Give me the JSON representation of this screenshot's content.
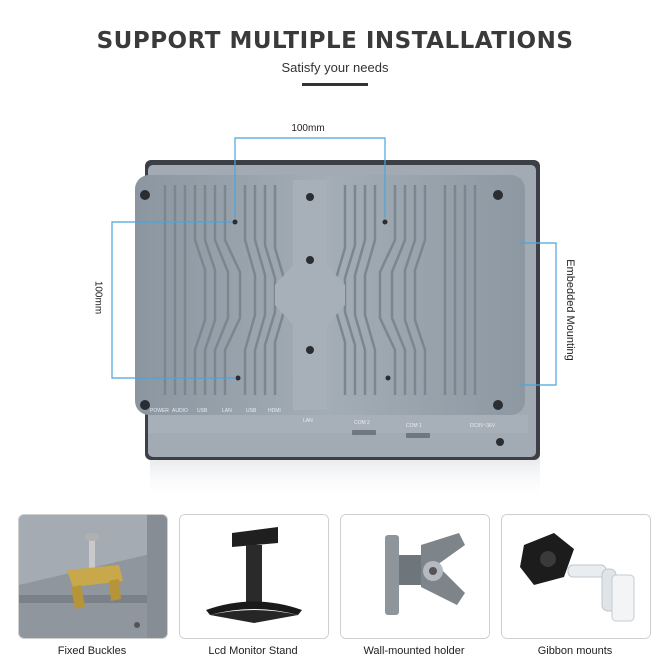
{
  "header": {
    "title": "SUPPORT MULTIPLE INSTALLATIONS",
    "subtitle": "Satisfy your needs"
  },
  "dimensions": {
    "top": "100mm",
    "left": "100mm",
    "right": "Embedded Mounting"
  },
  "ports": [
    "POWER",
    "AUDIO",
    "USB",
    "LAN",
    "USB",
    "HDMI",
    "LAN",
    "COM 2",
    "COM 1",
    "DC9V~36V"
  ],
  "mounts": [
    {
      "label": "Fixed Buckles",
      "icon": "fixed-buckle-icon"
    },
    {
      "label": "Lcd Monitor Stand",
      "icon": "monitor-stand-icon"
    },
    {
      "label": "Wall-mounted holder",
      "icon": "wall-mount-icon"
    },
    {
      "label": "Gibbon mounts",
      "icon": "gibbon-mount-icon"
    }
  ],
  "colors": {
    "accent": "#4aa3df",
    "housing": "#98a2ab",
    "title": "#3a3a3a"
  }
}
